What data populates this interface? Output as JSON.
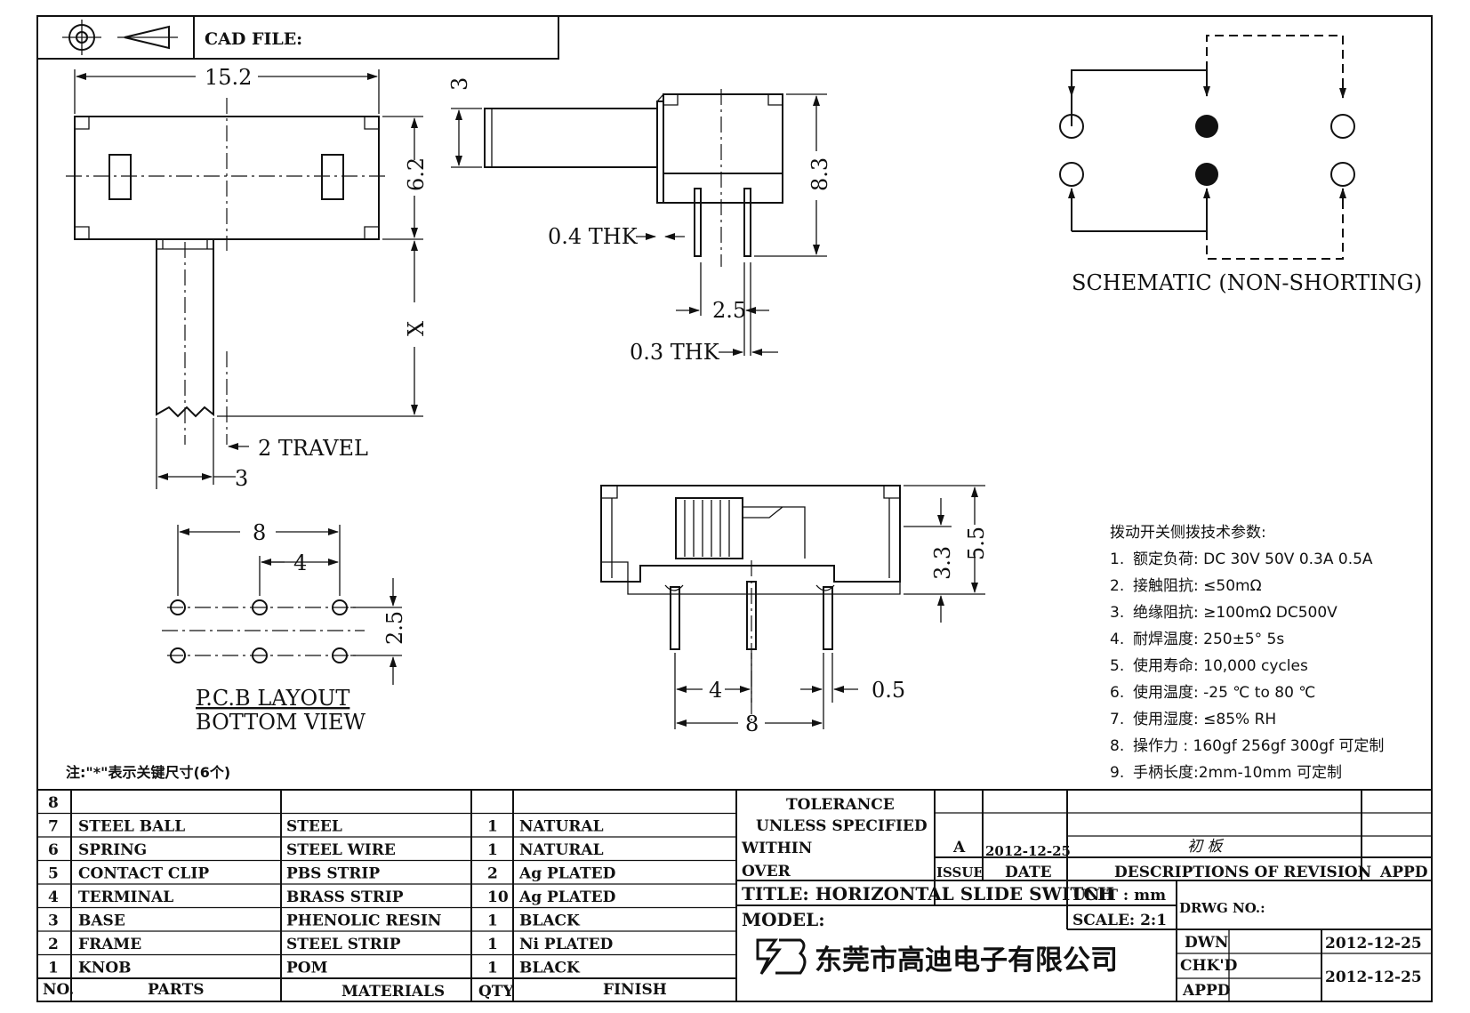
{
  "header": {
    "cad_label": "CAD FILE:"
  },
  "top_view": {
    "width_dim": "15.2",
    "height_dim": "6.2",
    "handle_dim": "X",
    "travel_dim": "2 TRAVEL",
    "knob_dim": "3"
  },
  "side_view": {
    "knob_h_dim": "3",
    "height_dim": "8.3",
    "terminal_thk": "0.4 THK",
    "pitch_dim": "2.5",
    "pin_thk": "0.3 THK"
  },
  "schematic": {
    "label": "SCHEMATIC (NON-SHORTING)"
  },
  "pcb": {
    "pitch_dim": "8",
    "half_dim": "4",
    "row_dim": "2.5",
    "title": "P.C.B LAYOUT",
    "subtitle": "BOTTOM VIEW"
  },
  "front_view": {
    "total_h_dim": "5.5",
    "body_h_dim": "3.3",
    "pin_pitch_dim": "4",
    "pin_w_dim": "0.5",
    "span_dim": "8"
  },
  "specs": {
    "title": "拨动开关侧拨技术参数:",
    "items": [
      {
        "num": "1.",
        "text": "额定负荷: DC 30V    50V    0.3A    0.5A"
      },
      {
        "num": "2.",
        "text": "接触阻抗:  ≤50mΩ"
      },
      {
        "num": "3.",
        "text": "绝缘阻抗:  ≥100mΩ   DC500V"
      },
      {
        "num": "4.",
        "text": "耐焊温度: 250±5°  5s"
      },
      {
        "num": "5.",
        "text": "使用寿命: 10,000 cycles"
      },
      {
        "num": "6.",
        "text": "使用温度: -25  ℃  to 80  ℃"
      },
      {
        "num": "7.",
        "text": "使用湿度:  ≤85% RH"
      },
      {
        "num": "8.",
        "text": "操作力 : 160gf    256gf    300gf  可定制"
      },
      {
        "num": "9.",
        "text": "手柄长度:2mm-10mm   可定制"
      }
    ]
  },
  "note": "注:\"*\"表示关键尺寸(6个)",
  "parts": {
    "rows": [
      {
        "no": "8",
        "part": "",
        "material": "",
        "qty": "",
        "finish": ""
      },
      {
        "no": "7",
        "part": "STEEL BALL",
        "material": "STEEL",
        "qty": "1",
        "finish": "NATURAL"
      },
      {
        "no": "6",
        "part": "SPRING",
        "material": "STEEL WIRE",
        "qty": "1",
        "finish": "NATURAL"
      },
      {
        "no": "5",
        "part": "CONTACT CLIP",
        "material": "PBS STRIP",
        "qty": "2",
        "finish": "Ag PLATED"
      },
      {
        "no": "4",
        "part": "TERMINAL",
        "material": "BRASS STRIP",
        "qty": "10",
        "finish": "Ag PLATED"
      },
      {
        "no": "3",
        "part": "BASE",
        "material": "PHENOLIC RESIN",
        "qty": "1",
        "finish": "BLACK"
      },
      {
        "no": "2",
        "part": "FRAME",
        "material": "STEEL STRIP",
        "qty": "1",
        "finish": "Ni PLATED"
      },
      {
        "no": "1",
        "part": "KNOB",
        "material": "POM",
        "qty": "1",
        "finish": "BLACK"
      }
    ],
    "headers": {
      "no": "NO.",
      "part": "PARTS",
      "material": "MATERIALS",
      "qty": "QTY",
      "finish": "FINISH"
    }
  },
  "title_block": {
    "tolerance": "TOLERANCE",
    "unless": "UNLESS   SPECIFIED",
    "within": "WITHIN",
    "over": "OVER",
    "issue_value": "A",
    "date_value": "2012-12-25",
    "revision_value": "初 板",
    "issue_label": "ISSUE",
    "date_label": "DATE",
    "desc_label": "DESCRIPTIONS  OF  REVISION",
    "appd_label": "APPD",
    "title": "TITLE:  HORIZONTAL  SLIDE  SWITCH",
    "unit": "UNIT : mm",
    "drwg_no": "DRWG  NO.:",
    "model": "MODEL:",
    "scale": "SCALE: 2:1",
    "dwn": "DWN",
    "dwn_date": "2012-12-25",
    "chkd": "CHK'D",
    "appd": "APPD",
    "chk_date": "2012-12-25",
    "company": "东莞市高迪电子有限公司"
  }
}
